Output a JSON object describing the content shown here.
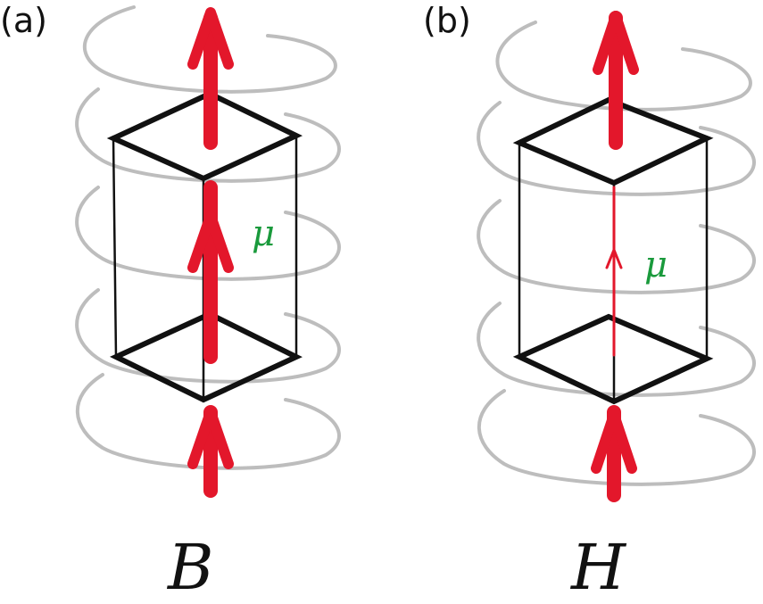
{
  "panels": [
    {
      "label": "(a)",
      "material_symbol": "μ",
      "field_symbol": "B"
    },
    {
      "label": "(b)",
      "material_symbol": "μ",
      "field_symbol": "H"
    }
  ],
  "colors": {
    "field_arrow": "#e3172b",
    "coil": "#bdbdbd",
    "prism_edge": "#111111",
    "material_symbol": "#1a9a3c"
  }
}
